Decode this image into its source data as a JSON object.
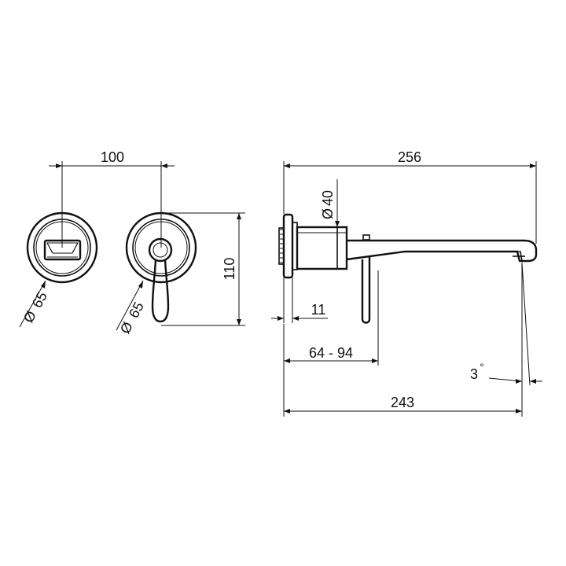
{
  "dimensions": {
    "width_total": "256",
    "width_spout": "243",
    "wall_depth": "64 - 94",
    "plate_thickness": "11",
    "centers": "100",
    "height": "110",
    "diameter_front_left": "65",
    "diameter_front_right": "65",
    "diameter_side": "40",
    "angle": "3"
  },
  "symbols": {
    "diameter": "Ø",
    "degree": "°"
  }
}
